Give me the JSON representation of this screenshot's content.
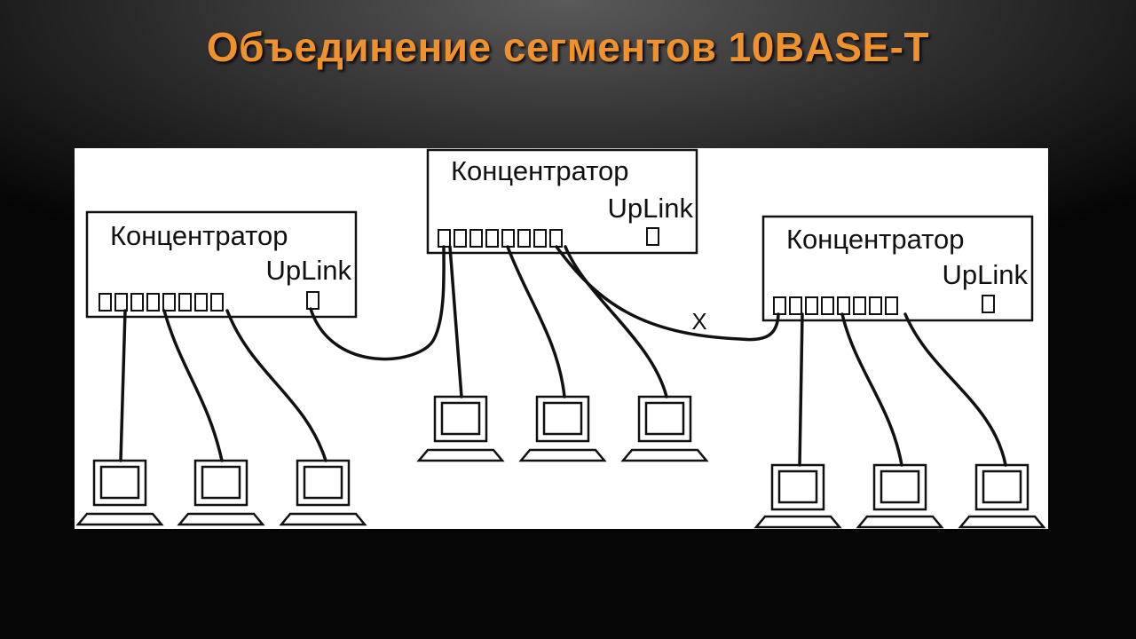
{
  "slide": {
    "title": "Объединение сегментов 10BASE-T",
    "title_color": "#f0922c",
    "canvas_background": "#ffffff",
    "line_color": "#111111"
  },
  "diagram": {
    "hubs": [
      {
        "id": "hub-left",
        "label": "Концентратор",
        "uplink_label": "UpLink",
        "ports": 8
      },
      {
        "id": "hub-center",
        "label": "Концентратор",
        "uplink_label": "UpLink",
        "ports": 8
      },
      {
        "id": "hub-right",
        "label": "Концентратор",
        "uplink_label": "UpLink",
        "ports": 8
      }
    ],
    "crossed_link_label": "X",
    "computers": [
      {
        "id": "pc-left-1",
        "hub": "hub-left"
      },
      {
        "id": "pc-left-2",
        "hub": "hub-left"
      },
      {
        "id": "pc-left-3",
        "hub": "hub-left"
      },
      {
        "id": "pc-center-1",
        "hub": "hub-center"
      },
      {
        "id": "pc-center-2",
        "hub": "hub-center"
      },
      {
        "id": "pc-center-3",
        "hub": "hub-center"
      },
      {
        "id": "pc-right-1",
        "hub": "hub-right"
      },
      {
        "id": "pc-right-2",
        "hub": "hub-right"
      },
      {
        "id": "pc-right-3",
        "hub": "hub-right"
      }
    ],
    "links": [
      {
        "from": "hub-left uplink",
        "to": "hub-center port 1"
      },
      {
        "from": "hub-center port 8",
        "to": "hub-right port 1",
        "label": "X"
      }
    ]
  }
}
